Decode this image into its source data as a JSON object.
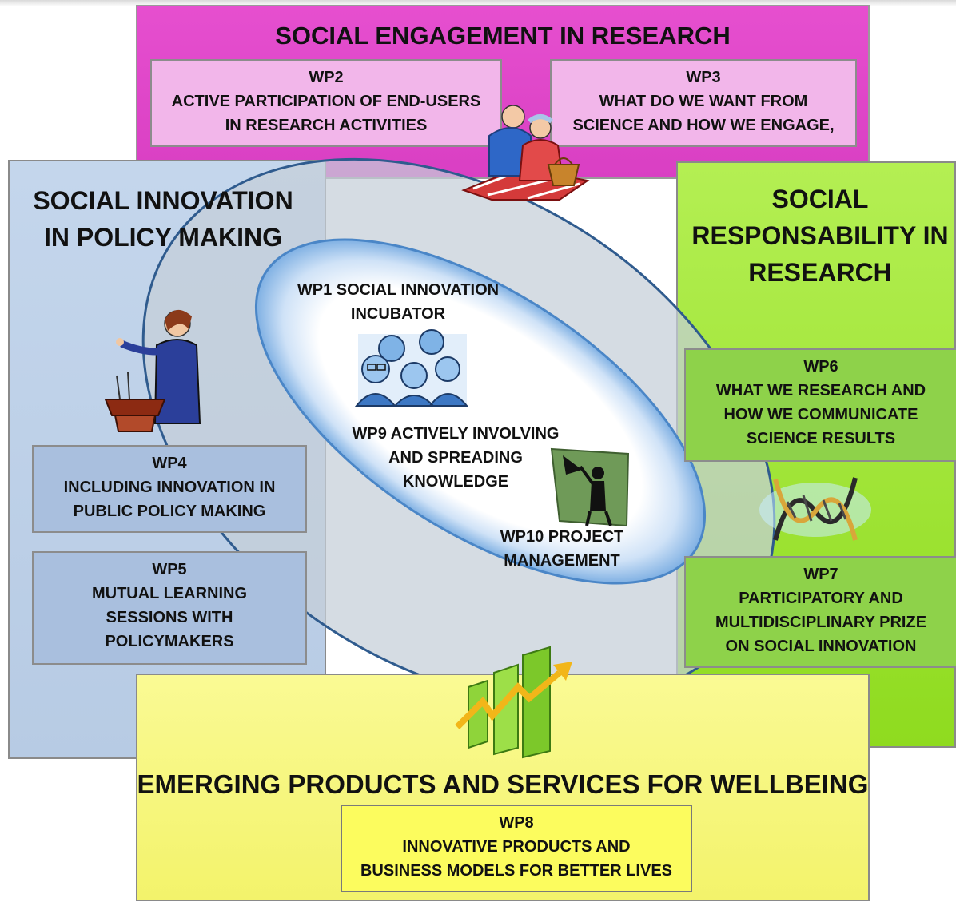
{
  "panels": {
    "top": {
      "title": "SOCIAL ENGAGEMENT IN RESEARCH",
      "boxes": [
        {
          "code": "WP2",
          "lines": [
            "ACTIVE PARTICIPATION OF END-USERS",
            "IN RESEARCH ACTIVITIES"
          ]
        },
        {
          "code": "WP3",
          "lines": [
            "WHAT DO WE WANT FROM",
            "SCIENCE AND HOW WE ENGAGE,"
          ]
        }
      ]
    },
    "left": {
      "title_lines": [
        "SOCIAL INNOVATION",
        "IN POLICY MAKING"
      ],
      "boxes": [
        {
          "code": "WP4",
          "lines": [
            "INCLUDING INNOVATION IN",
            "PUBLIC POLICY MAKING"
          ]
        },
        {
          "code": "WP5",
          "lines": [
            "MUTUAL LEARNING",
            "SESSIONS WITH",
            "POLICYMAKERS"
          ]
        }
      ]
    },
    "right": {
      "title_lines": [
        "SOCIAL",
        "RESPONSABILITY IN",
        "RESEARCH"
      ],
      "boxes": [
        {
          "code": "WP6",
          "lines": [
            "WHAT WE RESEARCH AND",
            "HOW WE COMMUNICATE",
            "SCIENCE RESULTS"
          ]
        },
        {
          "code": "WP7",
          "lines": [
            "PARTICIPATORY  AND",
            "MULTIDISCIPLINARY PRIZE",
            "ON SOCIAL INNOVATION"
          ]
        }
      ]
    },
    "bottom": {
      "title": "EMERGING PRODUCTS AND SERVICES FOR WELLBEING",
      "boxes": [
        {
          "code": "WP8",
          "lines": [
            "INNOVATIVE PRODUCTS AND",
            "BUSINESS MODELS FOR BETTER LIVES"
          ]
        }
      ]
    }
  },
  "center": {
    "wp1_lines": [
      "WP1 SOCIAL INNOVATION",
      "INCUBATOR"
    ],
    "wp9_lines": [
      "WP9 ACTIVELY INVOLVING",
      "AND SPREADING",
      "KNOWLEDGE"
    ],
    "wp10_lines": [
      "WP10 PROJECT",
      "MANAGEMENT"
    ]
  },
  "icons": [
    "elderly-couple-picnic-icon",
    "speaker-at-podium-icon",
    "group-of-people-icon",
    "megaphone-person-icon",
    "dna-helix-icon",
    "rising-bar-chart-icon"
  ],
  "colors": {
    "engagement": "#e64fcf",
    "policy": "#c4d6ec",
    "responsibility": "#a6e83f",
    "products": "#f7f77c",
    "ellipse_outer": "#c9d2dd",
    "ellipse_border": "#2f5b8e"
  }
}
